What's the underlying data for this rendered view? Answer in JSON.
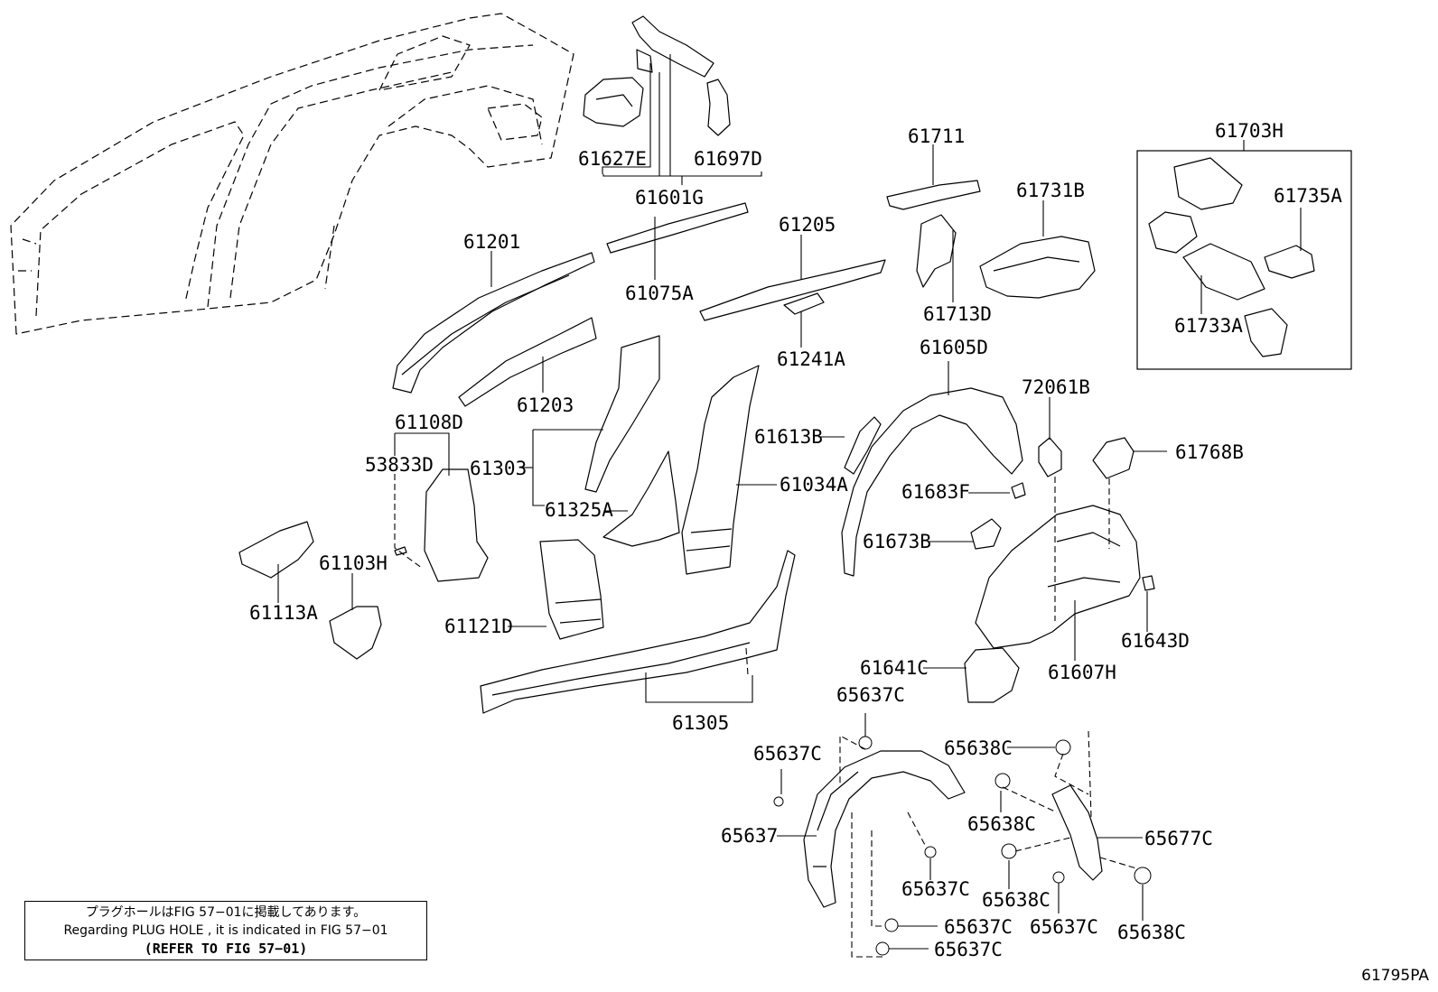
{
  "labels": {
    "l61627E": "61627E",
    "l61697D": "61697D",
    "l61601G": "61601G",
    "l61711": "61711",
    "l61703H": "61703H",
    "l61731B": "61731B",
    "l61735A": "61735A",
    "l61733A": "61733A",
    "l61713D": "61713D",
    "l61201": "61201",
    "l61075A": "61075A",
    "l61205": "61205",
    "l61203": "61203",
    "l61241A": "61241A",
    "l61605D": "61605D",
    "l72061B": "72061B",
    "l61108D": "61108D",
    "l53833D": "53833D",
    "l61303": "61303",
    "l61613B": "61613B",
    "l61768B": "61768B",
    "l61034A": "61034A",
    "l61683F": "61683F",
    "l61325A": "61325A",
    "l61103H": "61103H",
    "l61673B": "61673B",
    "l61113A": "61113A",
    "l61121D": "61121D",
    "l61643D": "61643D",
    "l61641C": "61641C",
    "l61607H": "61607H",
    "l61305": "61305",
    "l65637C_a": "65637C",
    "l65637C_b": "65637C",
    "l65638C_a": "65638C",
    "l65638C_b": "65638C",
    "l65637": "65637",
    "l65677C": "65677C",
    "l65637C_c": "65637C",
    "l65638C_c": "65638C",
    "l65637C_d": "65637C",
    "l65637C_e": "65637C",
    "l65638C_d": "65638C",
    "l65637C_f": "65637C"
  },
  "note": {
    "line1": "プラグホールはFIG 57−01に掲載してあります。",
    "line2": "Regarding  PLUG  HOLE , it is indicated in FIG  57−01",
    "line3": "(REFER  TO  FIG 57−01)"
  },
  "figure_code": "61795PA"
}
